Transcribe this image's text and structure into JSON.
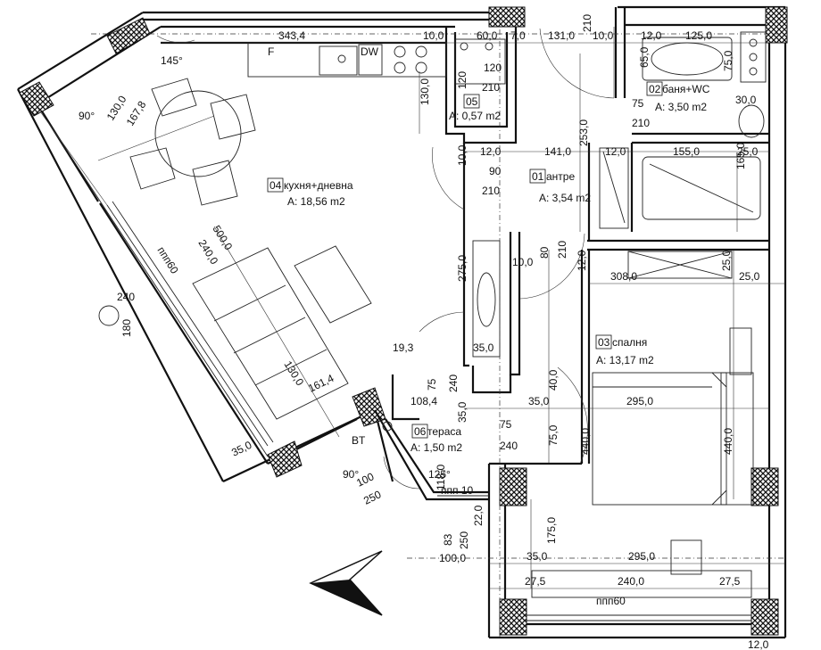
{
  "rooms": [
    {
      "num": "01",
      "name": "антре",
      "area": "A: 3,54 m2"
    },
    {
      "num": "02",
      "name": "баня+WC",
      "area": "A: 3,50 m2"
    },
    {
      "num": "03",
      "name": "спалня",
      "area": "A: 13,17 m2"
    },
    {
      "num": "04",
      "name": "кухня+дневна",
      "area": "A: 18,56 m2"
    },
    {
      "num": "05",
      "name": "",
      "area": "A: 0,57 m2"
    },
    {
      "num": "06",
      "name": "тераса",
      "area": "A: 1,50 m2"
    }
  ],
  "labels": {
    "fridge": "F",
    "dishwasher": "DW",
    "window_sill_1": "ппп60",
    "window_sill_2": "ппп60",
    "window_sill_3": "ппп 10",
    "angle_145": "145°",
    "angle_90a": "90°",
    "angle_90b": "90°",
    "angle_125": "125°",
    "circle_top": "240",
    "circle_bottom": "180",
    "bt": "BT"
  },
  "dims": {
    "d343": "343,4",
    "d10a": "10,0",
    "d60": "60,0",
    "d7": "7,0",
    "d131": "131,0",
    "d10b": "10,0",
    "d210a": "210",
    "d12a": "12,0",
    "d125": "125,0",
    "d65": "65,0",
    "d75a": "75,0",
    "d130a": "130,0",
    "d120a": "120",
    "d120b": "120",
    "d210b": "210",
    "d75b": "75",
    "d30": "30,0",
    "d210c": "210",
    "d130b": "130,0",
    "d167": "167,8",
    "d253": "253,0",
    "d12b": "12,0",
    "d141": "141,0",
    "d12c": "12,0",
    "d155": "155,0",
    "d25a": "25,0",
    "d165": "165,0",
    "d10c": "10,0",
    "d90": "90",
    "d210d": "210",
    "d500": "500,0",
    "d240a": "240,0",
    "d80": "80",
    "d210e": "210",
    "d275": "275,0",
    "d10d": "10,0",
    "d12d": "12,0",
    "d308": "308,0",
    "d25b": "25,0",
    "d25c": "25,0",
    "d35a": "35,0",
    "d19": "19,3",
    "d130c": "130,0",
    "d161": "161,4",
    "d75c": "75",
    "d240b": "240",
    "d40": "40,0",
    "d108": "108,4",
    "d35b": "35,0",
    "d295a": "295,0",
    "d35c": "35,0",
    "d75d": "75",
    "d240c": "240",
    "d75e": "75,0",
    "d440a": "440,0",
    "d440b": "440,0",
    "d118": "118,0",
    "d35d": "35,0",
    "d100": "100",
    "d250a": "250",
    "d22": "22,0",
    "d175": "175,0",
    "d83": "83",
    "d250b": "250",
    "d100b": "100,0",
    "d35e": "35,0",
    "d295b": "295,0",
    "d27a": "27,5",
    "d240d": "240,0",
    "d27b": "27,5",
    "d12e": "12,0"
  }
}
